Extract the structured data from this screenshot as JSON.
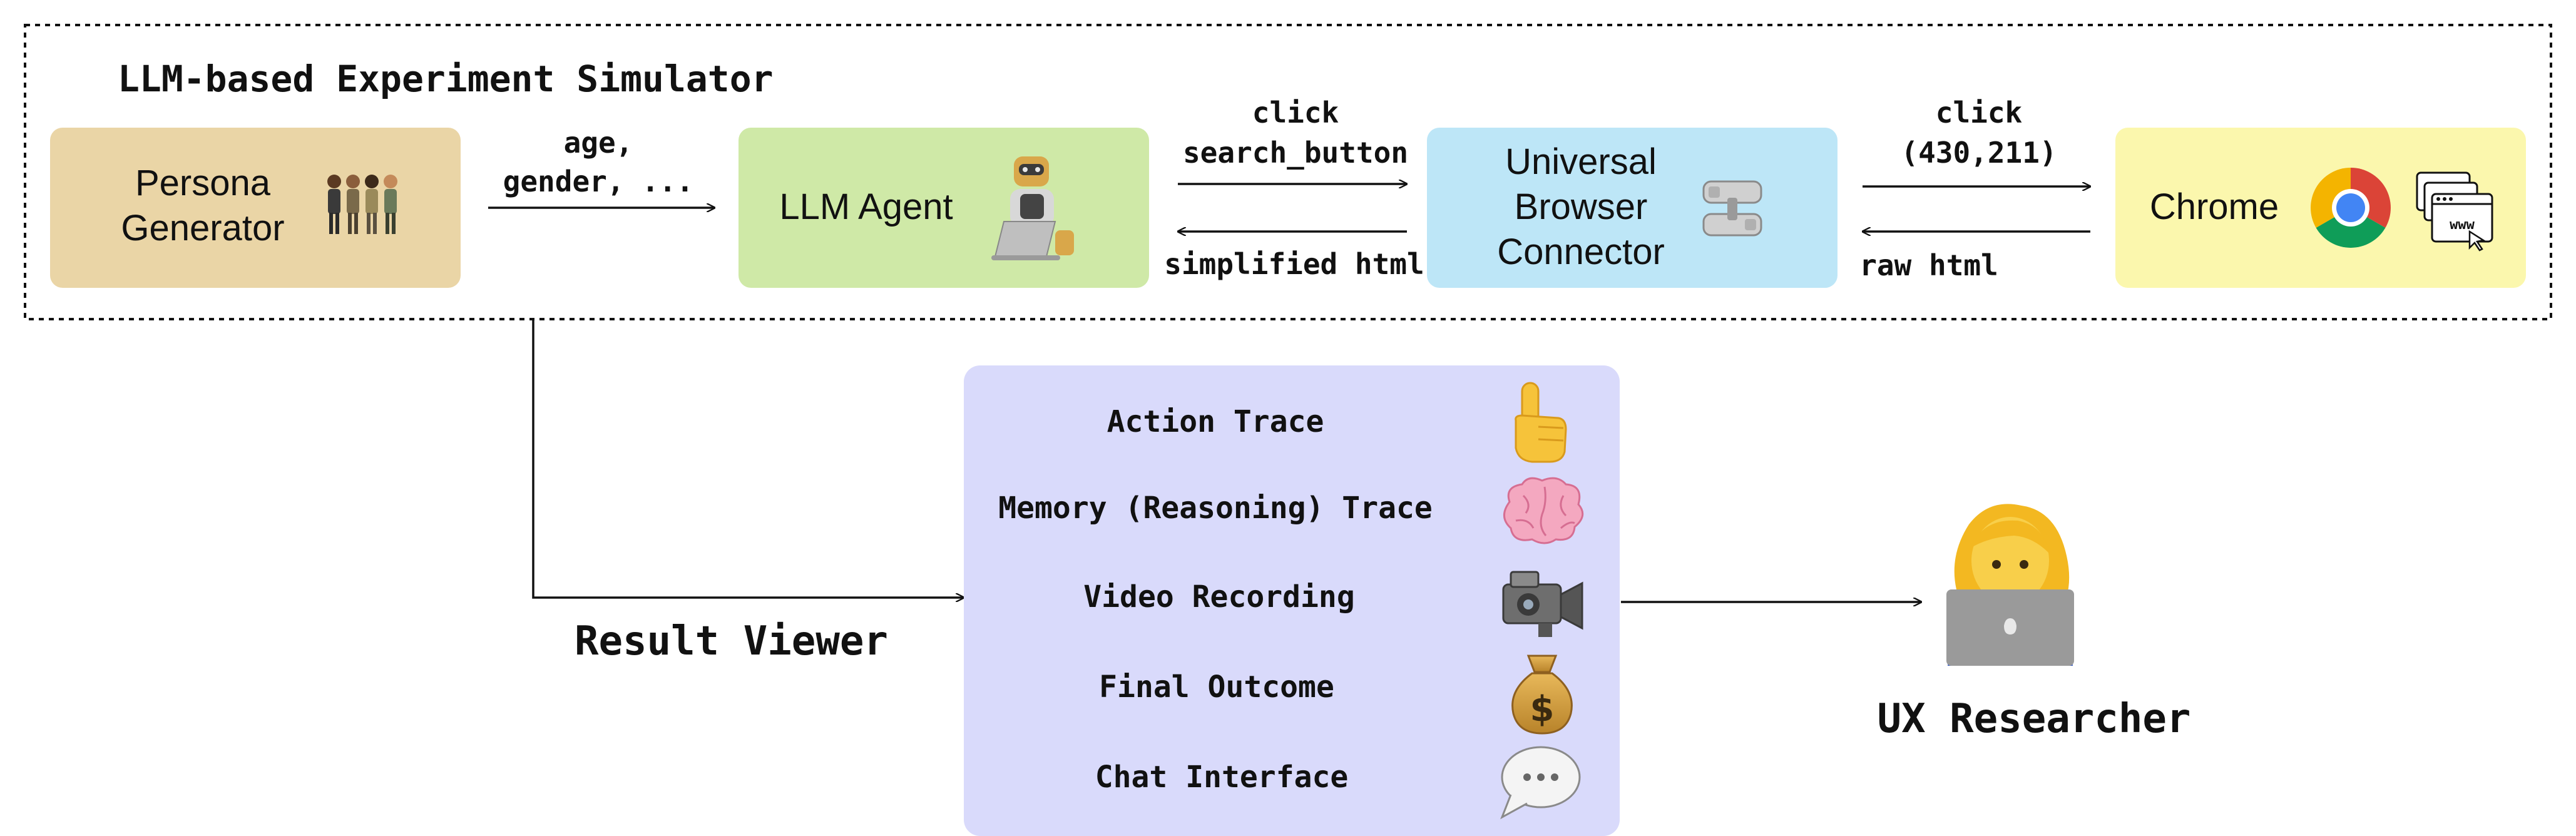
{
  "simulator": {
    "title": "LLM-based Experiment Simulator",
    "persona_generator": {
      "line1": "Persona",
      "line2": "Generator",
      "icon": "people-group-icon"
    },
    "llm_agent": {
      "label": "LLM Agent",
      "icon": "robot-laptop-icon"
    },
    "connector": {
      "line1": "Universal",
      "line2": "Browser",
      "line3": "Connector",
      "icon": "connector-icon"
    },
    "chrome": {
      "label": "Chrome",
      "icons": [
        "chrome-logo-icon",
        "browser-windows-icon"
      ],
      "www": "www"
    },
    "edges": {
      "persona_to_agent": {
        "line1": "age,",
        "line2": "gender, ..."
      },
      "agent_to_connector": {
        "line1": "click",
        "line2": "search_button"
      },
      "connector_to_agent": {
        "label": "simplified html"
      },
      "connector_to_chrome": {
        "line1": "click",
        "line2": "(430,211)"
      },
      "chrome_to_connector": {
        "label": "raw html"
      }
    },
    "colors": {
      "persona": "#ead5a6",
      "agent": "#cfe9a7",
      "connector": "#bde6f7",
      "chrome": "#fbf7ad",
      "viewer": "#d9dafb"
    }
  },
  "result_viewer": {
    "label": "Result Viewer",
    "items": [
      {
        "label": "Action Trace",
        "icon": "pointing-finger-icon"
      },
      {
        "label": "Memory (Reasoning) Trace",
        "icon": "brain-icon"
      },
      {
        "label": "Video Recording",
        "icon": "video-camera-icon"
      },
      {
        "label": "Final Outcome",
        "icon": "money-bag-icon"
      },
      {
        "label": "Chat Interface",
        "icon": "speech-bubble-icon"
      }
    ]
  },
  "ux_researcher": {
    "label": "UX Researcher",
    "icon": "researcher-laptop-icon"
  }
}
